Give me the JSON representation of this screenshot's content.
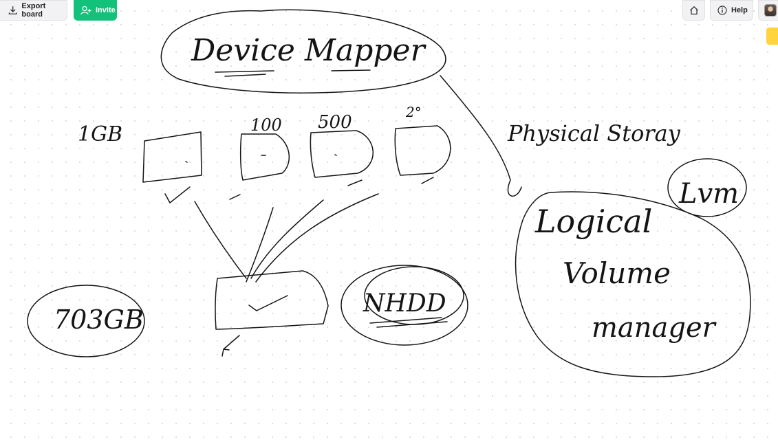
{
  "toolbar": {
    "export_label": "Export board",
    "invite_label": "Invite",
    "help_label": "Help",
    "accent_color": "#12c27a"
  },
  "board": {
    "title": "Device Mapper",
    "labels": {
      "size_1": "1GB",
      "size_2": "100",
      "size_3": "500",
      "size_4": "2°",
      "physical": "Physical Storay",
      "lvm": "Lvm",
      "logical_1": "Logical",
      "logical_2": "Volume",
      "logical_3": "manager",
      "total": "703GB",
      "nhdd": "NHDD"
    }
  }
}
